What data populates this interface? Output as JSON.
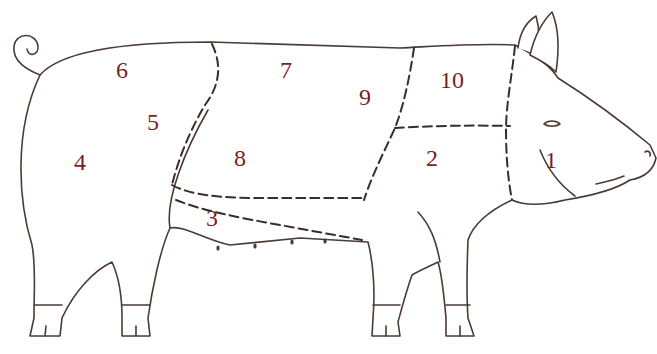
{
  "diagram": {
    "labels": [
      "6",
      "7",
      "10",
      "9",
      "5",
      "4",
      "8",
      "2",
      "1",
      "3"
    ]
  }
}
